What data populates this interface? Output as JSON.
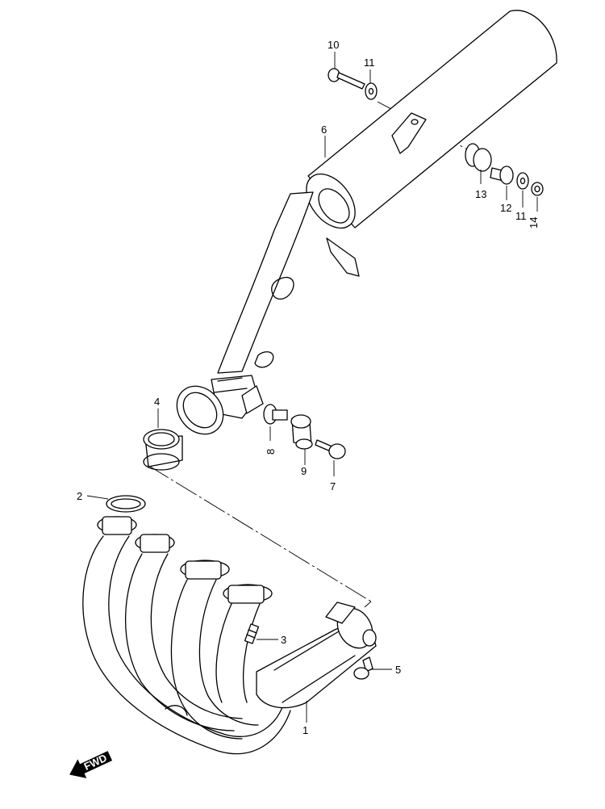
{
  "callouts": {
    "c1": "1",
    "c2": "2",
    "c3": "3",
    "c4": "4",
    "c5": "5",
    "c6": "6",
    "c7": "7",
    "c8": "8",
    "c9": "9",
    "c10": "10",
    "c11a": "11",
    "c11b": "11",
    "c12": "12",
    "c13": "13",
    "c14": "14"
  },
  "fwd_label": "FWD"
}
